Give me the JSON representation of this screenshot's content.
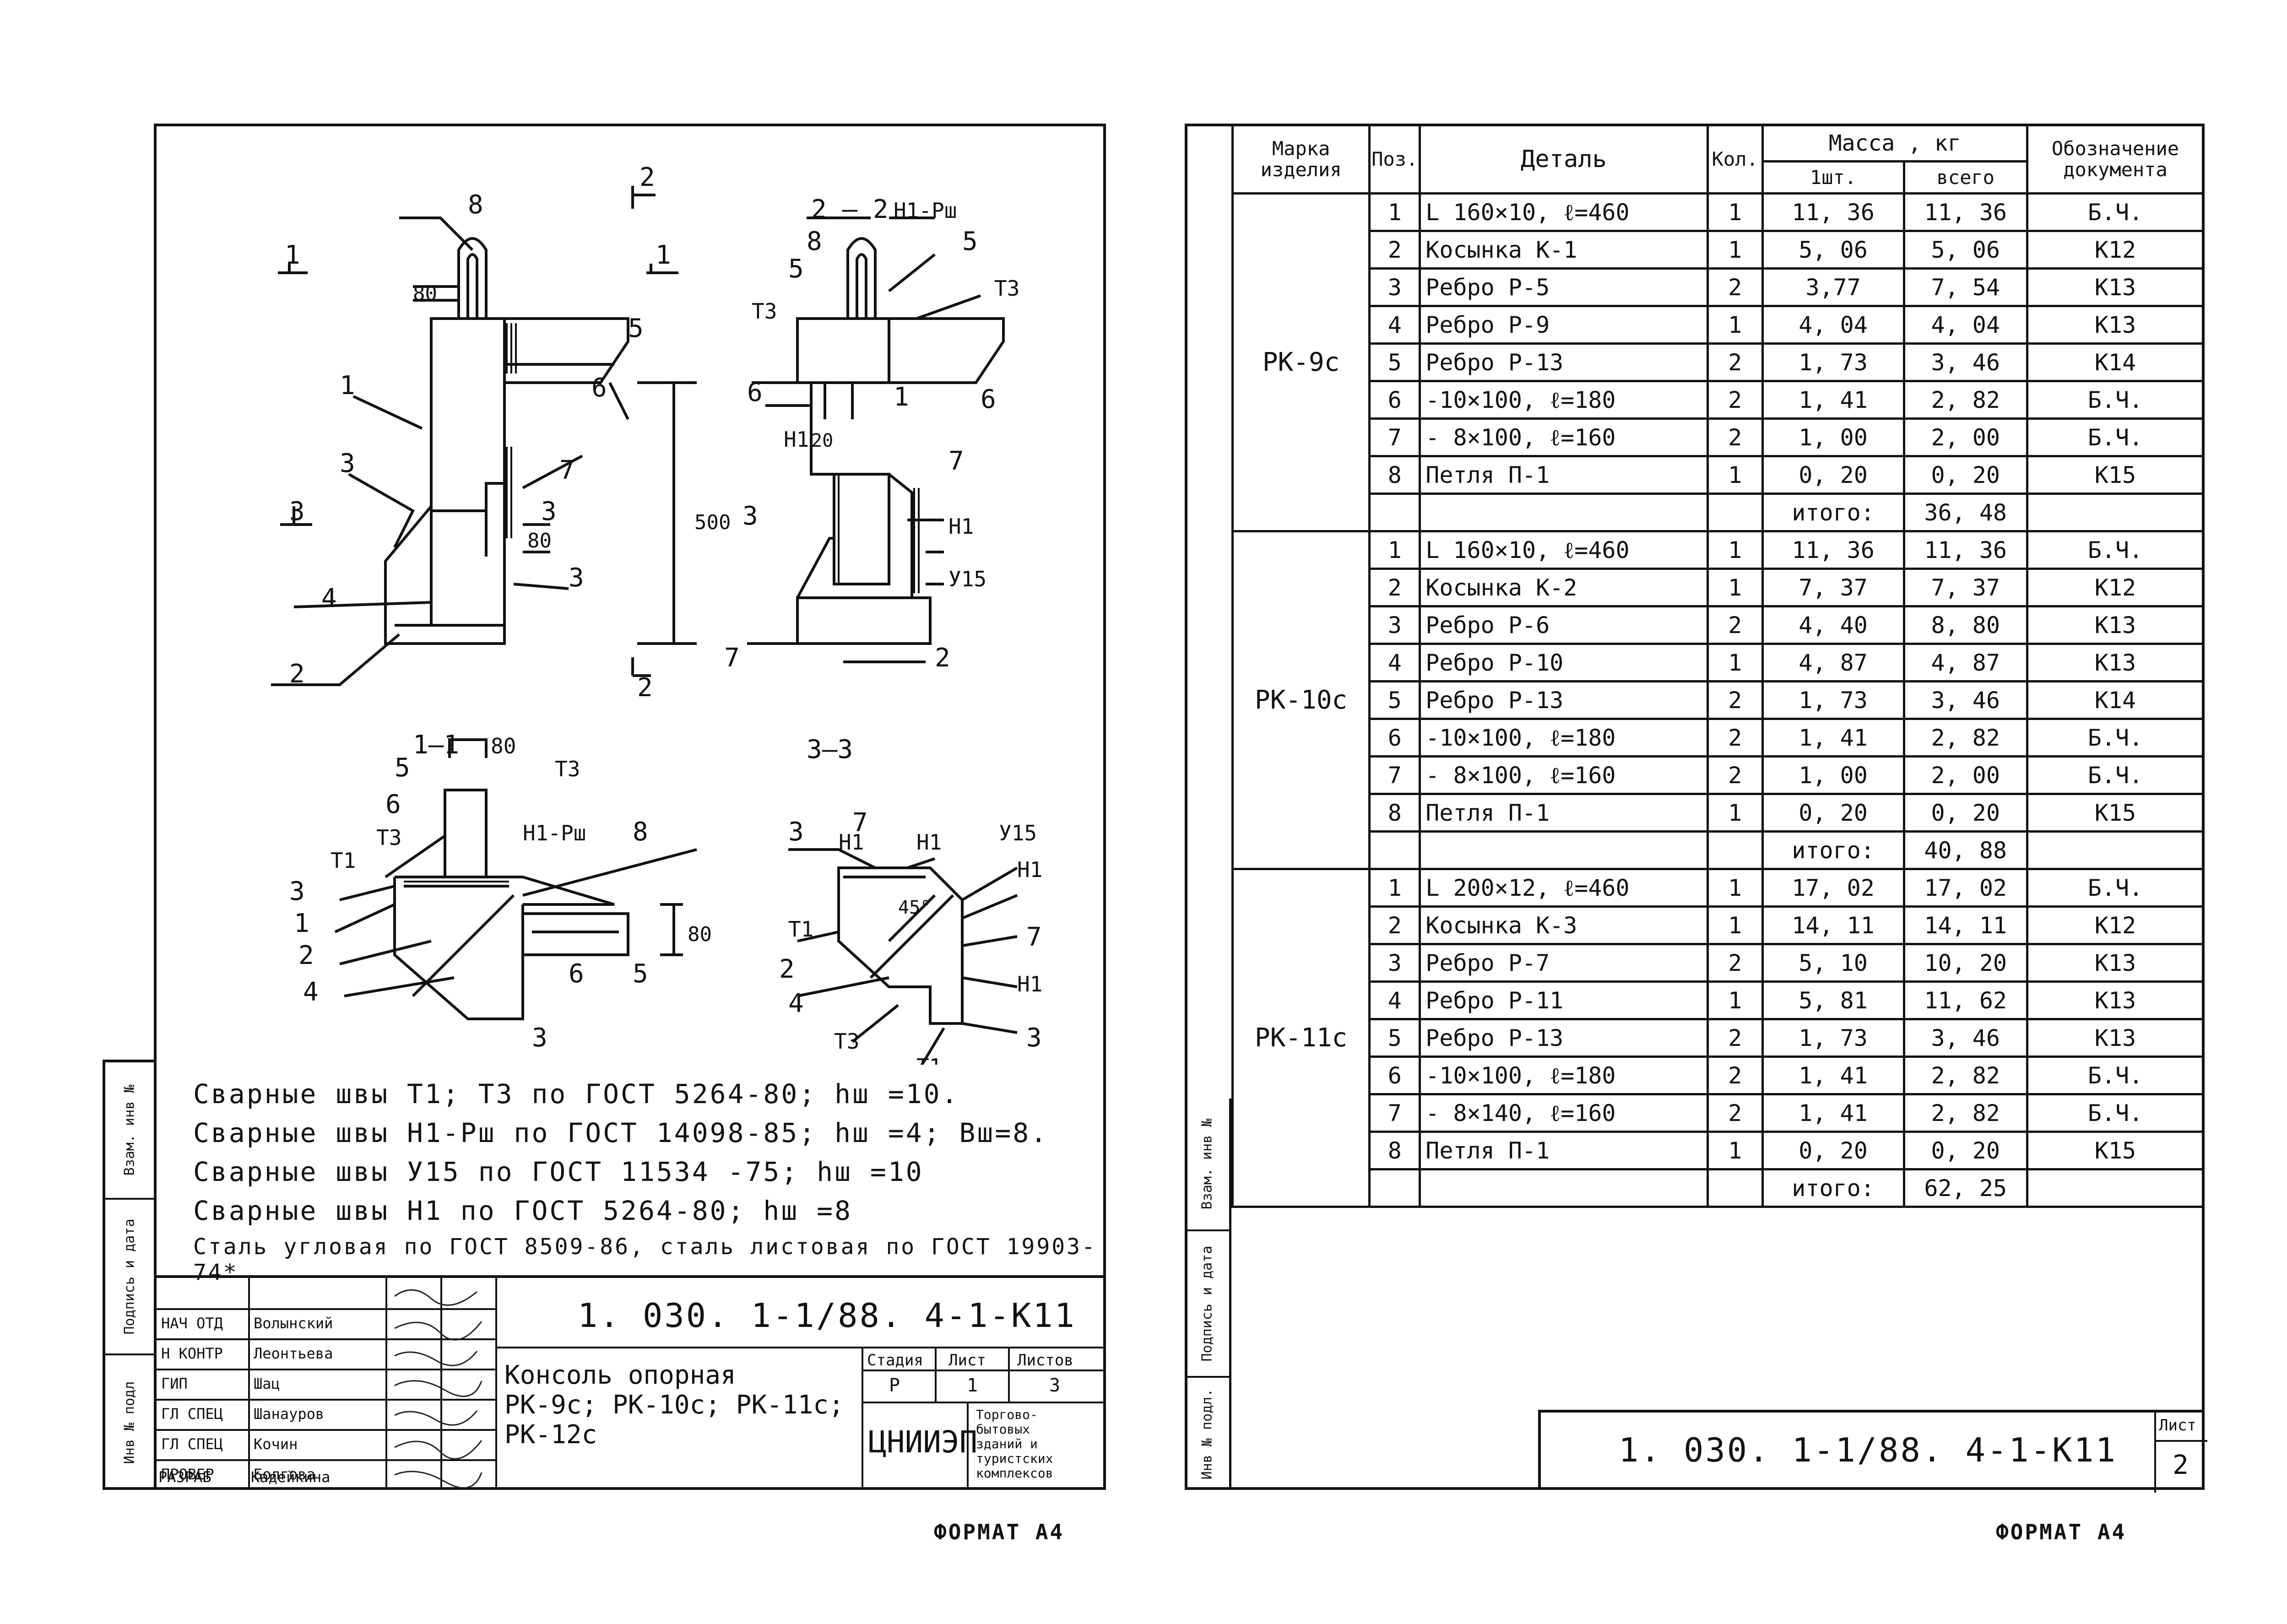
{
  "left": {
    "drawing_labels": {
      "sec22": "2 — 2",
      "sec11": "1—1",
      "sec33": "3—3",
      "s1": "1",
      "s2": "2",
      "s3": "3",
      "n1": "1",
      "n2": "2",
      "n3": "3",
      "n4": "4",
      "n5": "5",
      "n6": "6",
      "n7": "7",
      "n8": "8",
      "dim80": "80",
      "dim500": "500",
      "dim20": "20",
      "t1": "T1",
      "t3": "T3",
      "h1": "H1",
      "h1pw": "H1-Pш",
      "y15": "У15",
      "ang45": "45°"
    },
    "notes": [
      "Сварные швы Т1; Т3 по ГОСТ 5264-80; hш =10.",
      "Сварные швы Н1-Рш по ГОСТ 14098-85; hш =4; Вш=8.",
      "Сварные швы У15 по ГОСТ 11534 -75; hш =10",
      "Сварные швы Н1 по ГОСТ 5264-80; hш =8",
      "Сталь угловая по ГОСТ 8509-86, сталь листовая по ГОСТ 19903-74*"
    ],
    "side_strip": [
      "Инв № подл",
      "Подпись и дата",
      "Взам. инв №"
    ],
    "title_block": {
      "code": "1. 030. 1-1/88. 4-1-К11",
      "roles": [
        "НАЧ ОТД",
        "Н КОНТР",
        "ГИП",
        "ГЛ СПЕЦ",
        "ГЛ СПЕЦ",
        "ПРОВЕР",
        "РАЗРАБ"
      ],
      "names": [
        "Волынский",
        "Леонтьева",
        "Шац",
        "Шанауров",
        "Кочин",
        "Болгова",
        "Кадейкина"
      ],
      "title_lines": [
        "Консоль опорная",
        "РК-9с; РК-10с; РК-11с;",
        "РК-12с"
      ],
      "headers": [
        "Стадия",
        "Лист",
        "Листов"
      ],
      "values": [
        "Р",
        "1",
        "3"
      ],
      "org": "ЦНИИЭП",
      "org_desc": [
        "Торгово-",
        "бытовых",
        "зданий и",
        "туристских",
        "комплексов"
      ]
    },
    "format": "ФОРМАТ А4"
  },
  "right": {
    "headers": {
      "mark": "Марка изделия",
      "pos": "Поз.",
      "detail": "Деталь",
      "qty": "Кол.",
      "mass": "Масса , кг",
      "mass_one": "1шт.",
      "mass_all": "всего",
      "doc": "Обозначение документа"
    },
    "groups": [
      {
        "mark": "РК-9с",
        "rows": [
          {
            "pos": "1",
            "detail": "L 160×10, ℓ=460",
            "qty": "1",
            "one": "11, 36",
            "all": "11, 36",
            "doc": "Б.Ч."
          },
          {
            "pos": "2",
            "detail": "Косынка К-1",
            "qty": "1",
            "one": "5, 06",
            "all": "5, 06",
            "doc": "К12"
          },
          {
            "pos": "3",
            "detail": "Ребро Р-5",
            "qty": "2",
            "one": "3,77",
            "all": "7, 54",
            "doc": "К13"
          },
          {
            "pos": "4",
            "detail": "Ребро Р-9",
            "qty": "1",
            "one": "4, 04",
            "all": "4, 04",
            "doc": "К13"
          },
          {
            "pos": "5",
            "detail": "Ребро Р-13",
            "qty": "2",
            "one": "1, 73",
            "all": "3, 46",
            "doc": "К14"
          },
          {
            "pos": "6",
            "detail": "-10×100, ℓ=180",
            "qty": "2",
            "one": "1, 41",
            "all": "2, 82",
            "doc": "Б.Ч."
          },
          {
            "pos": "7",
            "detail": "- 8×100, ℓ=160",
            "qty": "2",
            "one": "1, 00",
            "all": "2, 00",
            "doc": "Б.Ч."
          },
          {
            "pos": "8",
            "detail": "Петля П-1",
            "qty": "1",
            "one": "0, 20",
            "all": "0, 20",
            "doc": "К15"
          }
        ],
        "total_label": "итого:",
        "total": "36, 48"
      },
      {
        "mark": "РК-10с",
        "rows": [
          {
            "pos": "1",
            "detail": "L 160×10, ℓ=460",
            "qty": "1",
            "one": "11, 36",
            "all": "11, 36",
            "doc": "Б.Ч."
          },
          {
            "pos": "2",
            "detail": "Косынка К-2",
            "qty": "1",
            "one": "7, 37",
            "all": "7, 37",
            "doc": "К12"
          },
          {
            "pos": "3",
            "detail": "Ребро Р-6",
            "qty": "2",
            "one": "4, 40",
            "all": "8, 80",
            "doc": "К13"
          },
          {
            "pos": "4",
            "detail": "Ребро Р-10",
            "qty": "1",
            "one": "4, 87",
            "all": "4, 87",
            "doc": "К13"
          },
          {
            "pos": "5",
            "detail": "Ребро Р-13",
            "qty": "2",
            "one": "1, 73",
            "all": "3, 46",
            "doc": "К14"
          },
          {
            "pos": "6",
            "detail": "-10×100, ℓ=180",
            "qty": "2",
            "one": "1, 41",
            "all": "2, 82",
            "doc": "Б.Ч."
          },
          {
            "pos": "7",
            "detail": "- 8×100, ℓ=160",
            "qty": "2",
            "one": "1, 00",
            "all": "2, 00",
            "doc": "Б.Ч."
          },
          {
            "pos": "8",
            "detail": "Петля П-1",
            "qty": "1",
            "one": "0, 20",
            "all": "0, 20",
            "doc": "К15"
          }
        ],
        "total_label": "итого:",
        "total": "40, 88"
      },
      {
        "mark": "РК-11с",
        "rows": [
          {
            "pos": "1",
            "detail": "L 200×12, ℓ=460",
            "qty": "1",
            "one": "17, 02",
            "all": "17, 02",
            "doc": "Б.Ч."
          },
          {
            "pos": "2",
            "detail": "Косынка К-3",
            "qty": "1",
            "one": "14, 11",
            "all": "14, 11",
            "doc": "К12"
          },
          {
            "pos": "3",
            "detail": "Ребро Р-7",
            "qty": "2",
            "one": "5, 10",
            "all": "10, 20",
            "doc": "К13"
          },
          {
            "pos": "4",
            "detail": "Ребро Р-11",
            "qty": "1",
            "one": "5, 81",
            "all": "11, 62",
            "doc": "К13"
          },
          {
            "pos": "5",
            "detail": "Ребро Р-13",
            "qty": "2",
            "one": "1, 73",
            "all": "3, 46",
            "doc": "К13"
          },
          {
            "pos": "6",
            "detail": "-10×100, ℓ=180",
            "qty": "2",
            "one": "1, 41",
            "all": "2, 82",
            "doc": "Б.Ч."
          },
          {
            "pos": "7",
            "detail": "- 8×140, ℓ=160",
            "qty": "2",
            "one": "1, 41",
            "all": "2, 82",
            "doc": "Б.Ч."
          },
          {
            "pos": "8",
            "detail": "Петля П-1",
            "qty": "1",
            "one": "0, 20",
            "all": "0, 20",
            "doc": "К15"
          }
        ],
        "total_label": "итого:",
        "total": "62, 25"
      }
    ],
    "side_strip": [
      "Инв № подл.",
      "Подпись и дата",
      "Взам. инв №"
    ],
    "title_code": "1. 030. 1-1/88. 4-1-К11",
    "sheet_label": "Лист",
    "sheet_no": "2",
    "format": "ФОРМАТ А4"
  }
}
